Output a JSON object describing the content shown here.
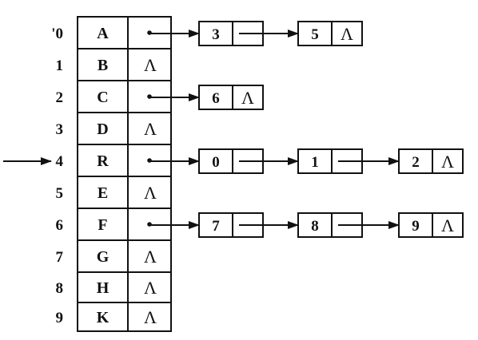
{
  "rows": [
    {
      "index": "'0",
      "vertex": "A",
      "link": "",
      "edges": [
        "3",
        "5"
      ]
    },
    {
      "index": "1",
      "vertex": "B",
      "link": "Λ",
      "edges": []
    },
    {
      "index": "2",
      "vertex": "C",
      "link": "",
      "edges": [
        "6"
      ]
    },
    {
      "index": "3",
      "vertex": "D",
      "link": "Λ",
      "edges": []
    },
    {
      "index": "4",
      "vertex": "R",
      "link": "",
      "edges": [
        "0",
        "1",
        "2"
      ]
    },
    {
      "index": "5",
      "vertex": "E",
      "link": "Λ",
      "edges": []
    },
    {
      "index": "6",
      "vertex": "F",
      "link": "",
      "edges": [
        "7",
        "8",
        "9"
      ]
    },
    {
      "index": "7",
      "vertex": "G",
      "link": "Λ",
      "edges": []
    },
    {
      "index": "8",
      "vertex": "H",
      "link": "Λ",
      "edges": []
    },
    {
      "index": "9",
      "vertex": "K",
      "link": "Λ",
      "edges": []
    }
  ],
  "null_symbol": "Λ",
  "start_row": "4",
  "colors": {
    "ink": "#111111",
    "background": "#ffffff"
  }
}
